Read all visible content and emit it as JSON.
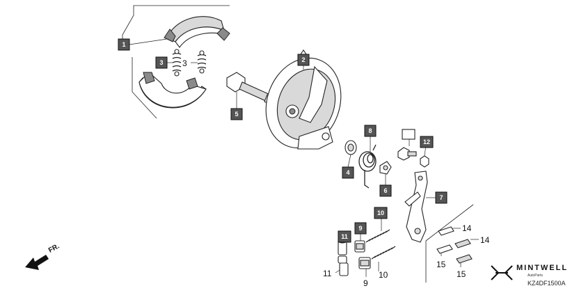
{
  "diagram": {
    "code": "KZ4DF1500A",
    "direction_label": "FR.",
    "brand": {
      "name": "MINTWELL",
      "tagline": "AutoParts"
    },
    "callouts": [
      {
        "id": "c1",
        "label": "1",
        "style": "box"
      },
      {
        "id": "c2",
        "label": "2",
        "style": "box"
      },
      {
        "id": "c3",
        "label": "3",
        "style": "box"
      },
      {
        "id": "c3b",
        "label": "3",
        "style": "text"
      },
      {
        "id": "c4",
        "label": "4",
        "style": "box"
      },
      {
        "id": "c5",
        "label": "5",
        "style": "box"
      },
      {
        "id": "c6",
        "label": "6",
        "style": "box"
      },
      {
        "id": "c7",
        "label": "7",
        "style": "box"
      },
      {
        "id": "c8",
        "label": "8",
        "style": "box"
      },
      {
        "id": "c9",
        "label": "9",
        "style": "box"
      },
      {
        "id": "c9b",
        "label": "9",
        "style": "text"
      },
      {
        "id": "c10",
        "label": "10",
        "style": "box"
      },
      {
        "id": "c10b",
        "label": "10",
        "style": "text"
      },
      {
        "id": "c11",
        "label": "11",
        "style": "box"
      },
      {
        "id": "c11b",
        "label": "11",
        "style": "text"
      },
      {
        "id": "c12",
        "label": "12",
        "style": "box"
      },
      {
        "id": "c14a",
        "label": "14",
        "style": "text"
      },
      {
        "id": "c14b",
        "label": "14",
        "style": "text"
      },
      {
        "id": "c15a",
        "label": "15",
        "style": "text"
      },
      {
        "id": "c15b",
        "label": "15",
        "style": "text"
      }
    ]
  }
}
